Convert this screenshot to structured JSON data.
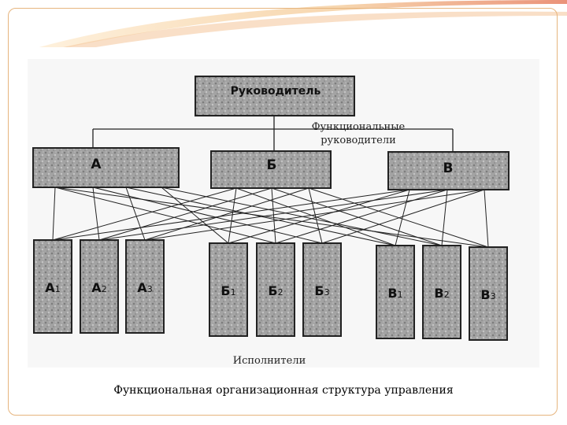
{
  "diagram": {
    "top": {
      "label": "Руководитель"
    },
    "functional_note": {
      "line1": "Функциональные",
      "line2": "руководители"
    },
    "functional_managers": [
      {
        "id": "A",
        "label": "А"
      },
      {
        "id": "B",
        "label": "Б"
      },
      {
        "id": "V",
        "label": "В"
      }
    ],
    "executors": [
      {
        "id": "A1",
        "label": "А",
        "sub": "1"
      },
      {
        "id": "A2",
        "label": "А",
        "sub": "2"
      },
      {
        "id": "A3",
        "label": "А",
        "sub": "3"
      },
      {
        "id": "B1",
        "label": "Б",
        "sub": "1"
      },
      {
        "id": "B2",
        "label": "Б",
        "sub": "2"
      },
      {
        "id": "B3",
        "label": "Б",
        "sub": "3"
      },
      {
        "id": "V1",
        "label": "В",
        "sub": "1"
      },
      {
        "id": "V2",
        "label": "В",
        "sub": "2"
      },
      {
        "id": "V3",
        "label": "В",
        "sub": "3"
      }
    ],
    "executors_label": "Исполнители"
  },
  "caption": "Функциональная организационная структура управления",
  "colors": {
    "accent": "#e8866a",
    "border": "#e6b57e",
    "box": "#9c9c9c"
  }
}
